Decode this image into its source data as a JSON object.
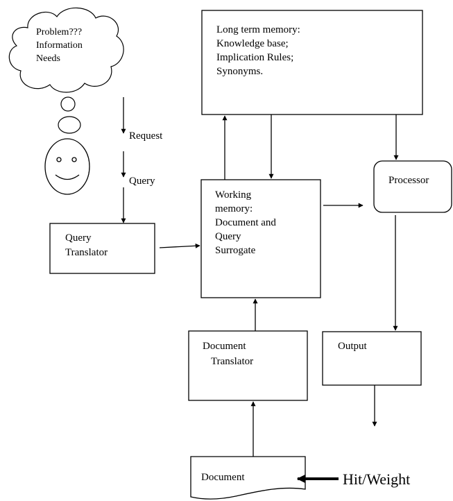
{
  "thought_cloud": {
    "lines": [
      "Problem???",
      "Information",
      "Needs"
    ]
  },
  "edge_labels": {
    "request": "Request",
    "query": "Query"
  },
  "long_term_memory": {
    "lines": [
      "Long term memory:",
      "Knowledge base;",
      "Implication Rules;",
      "Synonyms."
    ]
  },
  "working_memory": {
    "lines": [
      "Working",
      "memory:",
      "Document and",
      "Query",
      "Surrogate"
    ]
  },
  "processor": {
    "label": "Processor"
  },
  "query_translator": {
    "lines": [
      "Query",
      "Translator"
    ]
  },
  "document_translator": {
    "lines": [
      "Document",
      "Translator"
    ]
  },
  "output": {
    "label": "Output"
  },
  "document": {
    "label": "Document"
  },
  "hit_weight": {
    "label": "Hit/Weight"
  },
  "colors": {
    "stroke": "#000000",
    "fill": "#ffffff"
  }
}
